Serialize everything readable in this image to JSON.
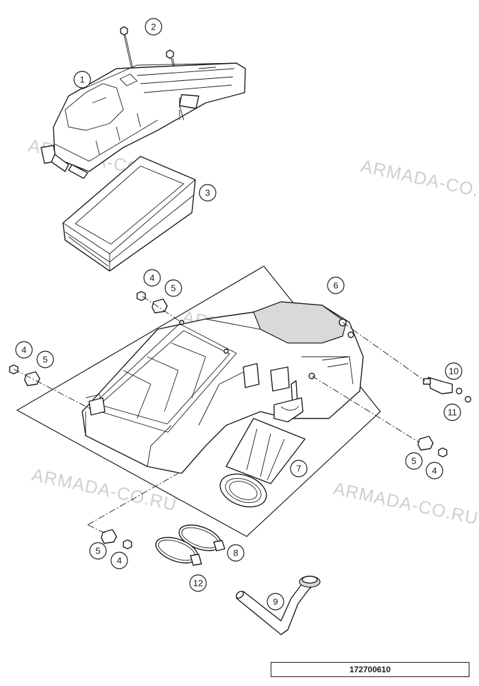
{
  "watermarks": [
    "ARMADA-CO.RU",
    "ARMADA-CO.RU",
    "ARMADA-CO.RU",
    "ARMADA-CO.RU",
    "ARMADA-CO.RU"
  ],
  "callouts": [
    "2",
    "1",
    "3",
    "4",
    "5",
    "6",
    "4",
    "5",
    "10",
    "11",
    "5",
    "4",
    "7",
    "5",
    "4",
    "8",
    "12",
    "9"
  ],
  "reference_number": "172700610"
}
